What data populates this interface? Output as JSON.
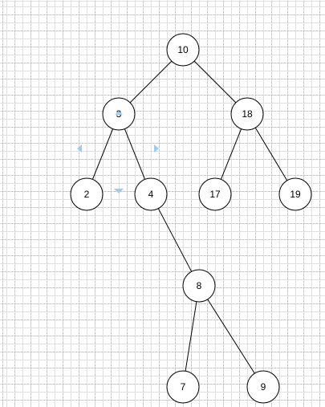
{
  "diagram": {
    "nodes": [
      {
        "id": "n10",
        "label": "10"
      },
      {
        "id": "n3",
        "label": "3"
      },
      {
        "id": "n18",
        "label": "18"
      },
      {
        "id": "n2",
        "label": "2"
      },
      {
        "id": "n4",
        "label": "4"
      },
      {
        "id": "n17",
        "label": "17"
      },
      {
        "id": "n19",
        "label": "19"
      },
      {
        "id": "n8",
        "label": "8"
      },
      {
        "id": "n7",
        "label": "7"
      },
      {
        "id": "n9",
        "label": "9"
      }
    ],
    "edges": [
      {
        "from": "n10",
        "to": "n3"
      },
      {
        "from": "n10",
        "to": "n18"
      },
      {
        "from": "n3",
        "to": "n2"
      },
      {
        "from": "n3",
        "to": "n4"
      },
      {
        "from": "n18",
        "to": "n17"
      },
      {
        "from": "n18",
        "to": "n19"
      },
      {
        "from": "n4",
        "to": "n8"
      },
      {
        "from": "n8",
        "to": "n7"
      },
      {
        "from": "n8",
        "to": "n9"
      }
    ],
    "selected_node": "n3",
    "colors": {
      "stroke": "#000000",
      "fill": "#ffffff",
      "selection_handle": "#9ecbf2",
      "grid": "#c4c4c4"
    }
  }
}
